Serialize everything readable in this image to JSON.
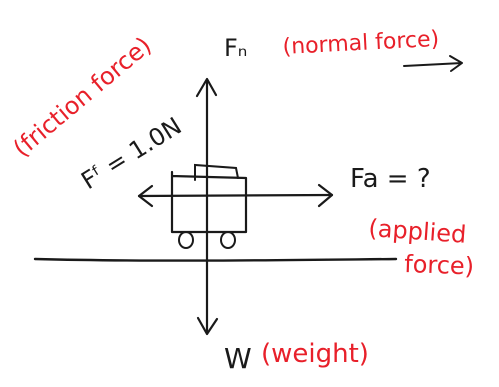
{
  "labels": {
    "normal_force_symbol": "Fₙ",
    "normal_force_desc": "(normal force)",
    "friction_symbol": "Fᶠ = 1.0N",
    "friction_desc": "(friction force)",
    "applied_symbol": "Fa = ?",
    "applied_desc_line1": "(applied",
    "applied_desc_line2": "force)",
    "weight_symbol": "W",
    "weight_desc": "(weight)"
  },
  "colors": {
    "ink": "#1a1a1a",
    "annotation": "#e8202a",
    "background": "#ffffff"
  }
}
